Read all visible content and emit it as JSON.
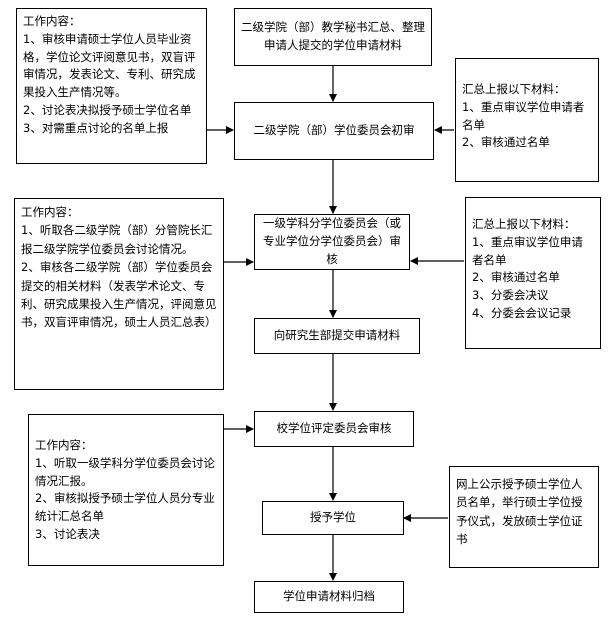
{
  "flow": {
    "step1": "二级学院（部）教学秘书汇总、整理申请人提交的学位申请材料",
    "step2": "二级学院（部）学位委员会初审",
    "step3": "一级学科分学位委员会（或专业学位分学位委员会）审核",
    "step4": "向研究生部提交申请材料",
    "step5": "校学位评定委员会审核",
    "step6": "授予学位",
    "step7": "学位申请材料归档"
  },
  "left1": {
    "header": "工作内容：",
    "lines": [
      "1、审核申请硕士学位人员毕业资格，学位论文评阅意见书，双盲评审情况，发表论文、专利、研究成果投入生产情况等。",
      "2、讨论表决拟授予硕士学位名单",
      "3、对需重点讨论的名单上报"
    ]
  },
  "right1": {
    "header": "汇总上报以下材料：",
    "lines": [
      "1、重点审议学位申请者名单",
      "2、审核通过名单"
    ]
  },
  "left2": {
    "header": "工作内容：",
    "lines": [
      "1、听取各二级学院（部）分管院长汇报二级学院学位委员会讨论情况。",
      "2、审核各二级学院（部）学位委员会提交的相关材料（发表学术论文、专利、研究成果投入生产情况，评阅意见书，双盲评审情况，硕士人员汇总表）"
    ]
  },
  "right2": {
    "header": "汇总上报以下材料：",
    "lines": [
      "1、重点审议学位申请者名单",
      "2、审核通过名单",
      "3、分委会决议",
      "4、分委会会议记录"
    ]
  },
  "left3": {
    "header": "工作内容：",
    "lines": [
      "1、听取一级学科分学位委员会讨论情况汇报。",
      "2、审核拟授予硕士学位人员分专业统计汇总名单",
      "3、讨论表决"
    ]
  },
  "right3": {
    "text": "网上公示授予硕士学位人员名单，举行硕士学位授予仪式，发放硕士学位证书"
  }
}
